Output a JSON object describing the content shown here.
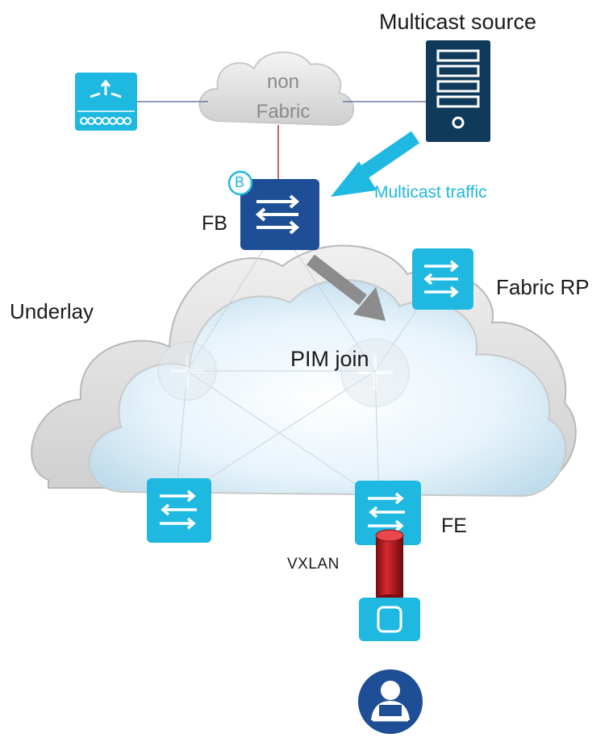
{
  "labels": {
    "multicast_source": "Multicast source",
    "non_fabric_line1": "non",
    "non_fabric_line2": "Fabric",
    "multicast_traffic": "Multicast traffic",
    "fb": "FB",
    "fabric_rp": "Fabric RP",
    "underlay": "Underlay",
    "pim_join": "PIM join",
    "fe": "FE",
    "vxlan": "VXLAN",
    "border_badge": "B"
  },
  "colors": {
    "cisco_blue": "#1fb8e0",
    "dark_blue": "#1d4e96",
    "source_navy": "#0f3a5a",
    "arrow_gray": "#8c8c8c",
    "vxlan_red": "#c8161d",
    "cloud_edge": "#c4c4c4"
  },
  "icons": {
    "router_top_left": "router-icon",
    "server": "server-icon",
    "border_switch": "switch-icon",
    "fabric_rp_switch": "switch-icon",
    "edge_switches": "switch-icon",
    "access_point": "access-point-icon",
    "user": "user-laptop-icon"
  }
}
